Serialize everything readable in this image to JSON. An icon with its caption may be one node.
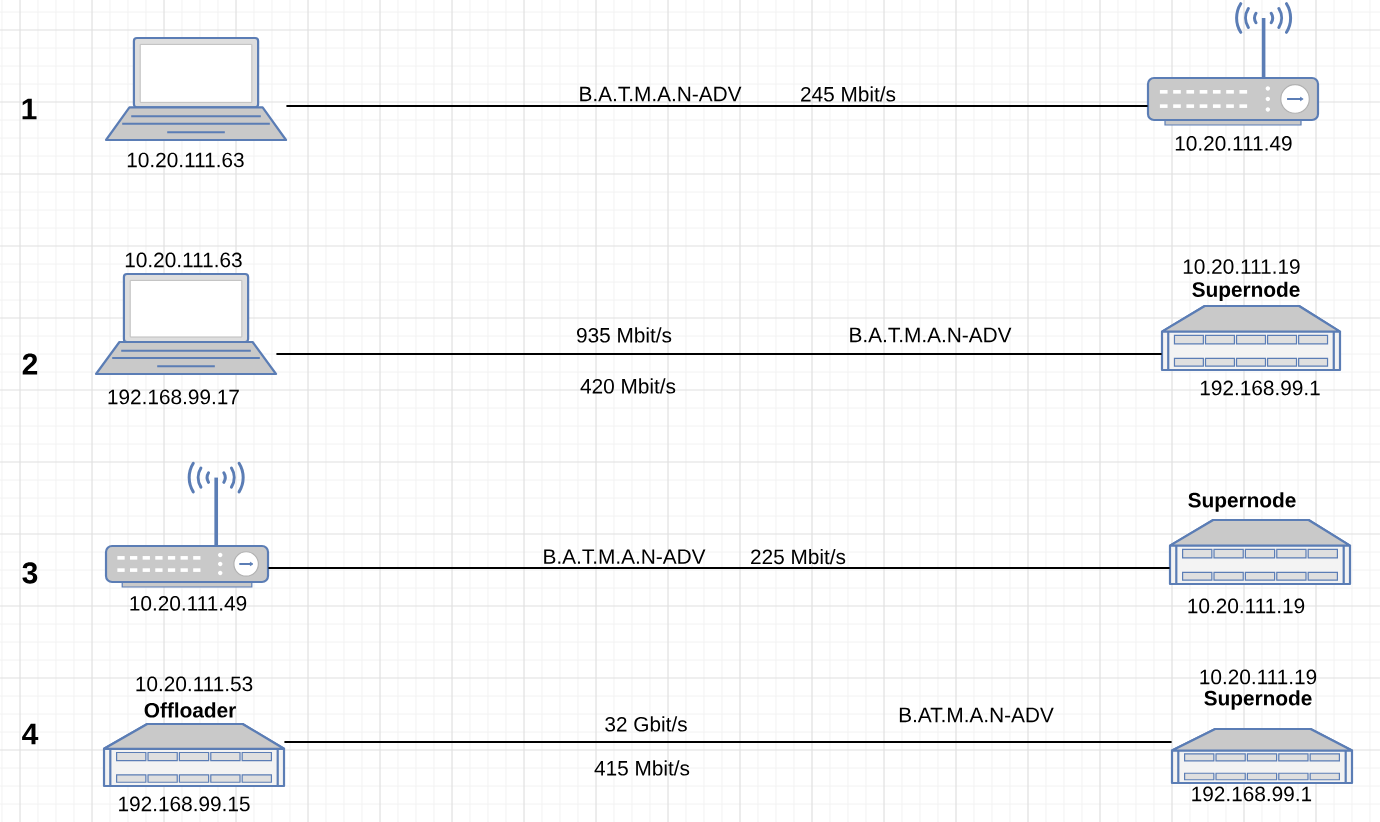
{
  "diagram": {
    "nodes": [
      {
        "text": [],
        "shape": "laptop",
        "beside": [
          "10.20.111.63"
        ]
      },
      {
        "text": [],
        "shape": "router",
        "beside": [
          "10.20.111.49"
        ]
      },
      {
        "text": [],
        "shape": "laptop",
        "beside": [
          "10.20.111.63",
          "192.168.99.17"
        ]
      },
      {
        "text": [
          "Supernode"
        ],
        "beside": [
          "10.20.111.19",
          "192.168.99.1"
        ]
      },
      {
        "text": [],
        "shape": "router",
        "beside": [
          "10.20.111.49"
        ]
      },
      {
        "text": [
          "Supernode"
        ],
        "beside": [
          "10.20.111.19"
        ]
      },
      {
        "text": [
          "Offloader"
        ],
        "beside": [
          "10.20.111.53",
          "192.168.99.15"
        ]
      },
      {
        "text": [
          "Supernode"
        ],
        "beside": [
          "10.20.111.19",
          "192.168.99.1"
        ]
      }
    ],
    "edges": [
      {
        "from": 0,
        "to": 1,
        "arrow": "none",
        "label": "B.A.T.M.A.N-ADV"
      },
      {
        "from": 2,
        "to": 3,
        "arrow": "none",
        "label": "B.A.T.M.A.N-ADV"
      },
      {
        "from": 4,
        "to": 5,
        "arrow": "none",
        "label": "B.A.T.M.A.N-ADV"
      },
      {
        "from": 6,
        "to": 7,
        "arrow": "none",
        "label": "B.AT.M.A.N-ADV"
      }
    ],
    "labels": [
      "1",
      "245 Mbit/s",
      "2",
      "935 Mbit/s",
      "420 Mbit/s",
      "3",
      "225 Mbit/s",
      "4",
      "32 Gbit/s",
      "415 Mbit/s"
    ]
  }
}
